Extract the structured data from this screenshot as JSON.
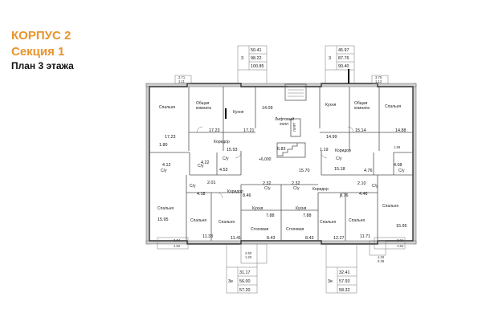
{
  "header": {
    "building": "КОРПУС 2",
    "section": "Секция 1",
    "plan": "План 3 этажа"
  },
  "colors": {
    "accent": "#e8942a",
    "wall": "#333333",
    "hatch": "#cfcfcf"
  },
  "apartments": {
    "top_left": {
      "rooms": "3",
      "v1": "50.41",
      "v2": "98.22",
      "v3": "100.85"
    },
    "top_right": {
      "rooms": "3",
      "v1": "45.97",
      "v2": "87.76",
      "v3": "90.40"
    },
    "bottom_left": {
      "rooms": "3е",
      "v1": "31.17",
      "v2": "56.00",
      "v3": "57.20"
    },
    "bottom_right": {
      "rooms": "3е",
      "v1": "32.41",
      "v2": "57.93",
      "v3": "58.32"
    }
  },
  "balconies": {
    "tl": {
      "a": "3.71",
      "b": "1.11"
    },
    "tr": {
      "a": "3.75",
      "b": "1.12"
    },
    "bl": {
      "a": "3.04",
      "b": "1.52"
    },
    "br": {
      "a": "3.04",
      "b": "1.52"
    },
    "bc": {
      "a": "4.50",
      "b": "1.20"
    },
    "brc": {
      "a": "1.32",
      "b": "0.39"
    },
    "right_mid": {
      "a": "1.59"
    }
  },
  "rooms": {
    "bed": "Спальня",
    "common1": "Общая",
    "common2": "комната",
    "kitchen": "Кухня",
    "corridor": "Коридор",
    "bath": "С/у",
    "dining": "Столовая",
    "hall1": "Лифтовый",
    "hall2": "холл",
    "level": "+6,000",
    "lift": "ЛИФТ"
  },
  "areas": {
    "a1409": "14.09",
    "a1499": "14.99",
    "a1723a": "17.23",
    "a1721": "17.21",
    "a1514": "15.14",
    "a1488": "14.88",
    "a1723b": "17.23",
    "a180": "1.80",
    "a683": "6.83",
    "a119": "1.19",
    "a1593": "15.93",
    "a412": "4.12",
    "a422": "4.22",
    "a453": "4.53",
    "a1570": "15.70",
    "a1518": "15.18",
    "a476": "4.76",
    "a408": "4.08",
    "a201": "2.01",
    "a232a": "2.32",
    "a232b": "2.32",
    "a210": "2.10",
    "a418": "4.18",
    "a846": "8.46",
    "a876": "8.76",
    "a446": "4.46",
    "a1595a": "15.95",
    "a788a": "7.88",
    "a788b": "7.88",
    "a1595b": "15.95",
    "a1133": "11.33",
    "a1141": "11.41",
    "a843a": "8.43",
    "a843b": "8.43",
    "a1227": "12.27",
    "a1171": "11.71"
  }
}
